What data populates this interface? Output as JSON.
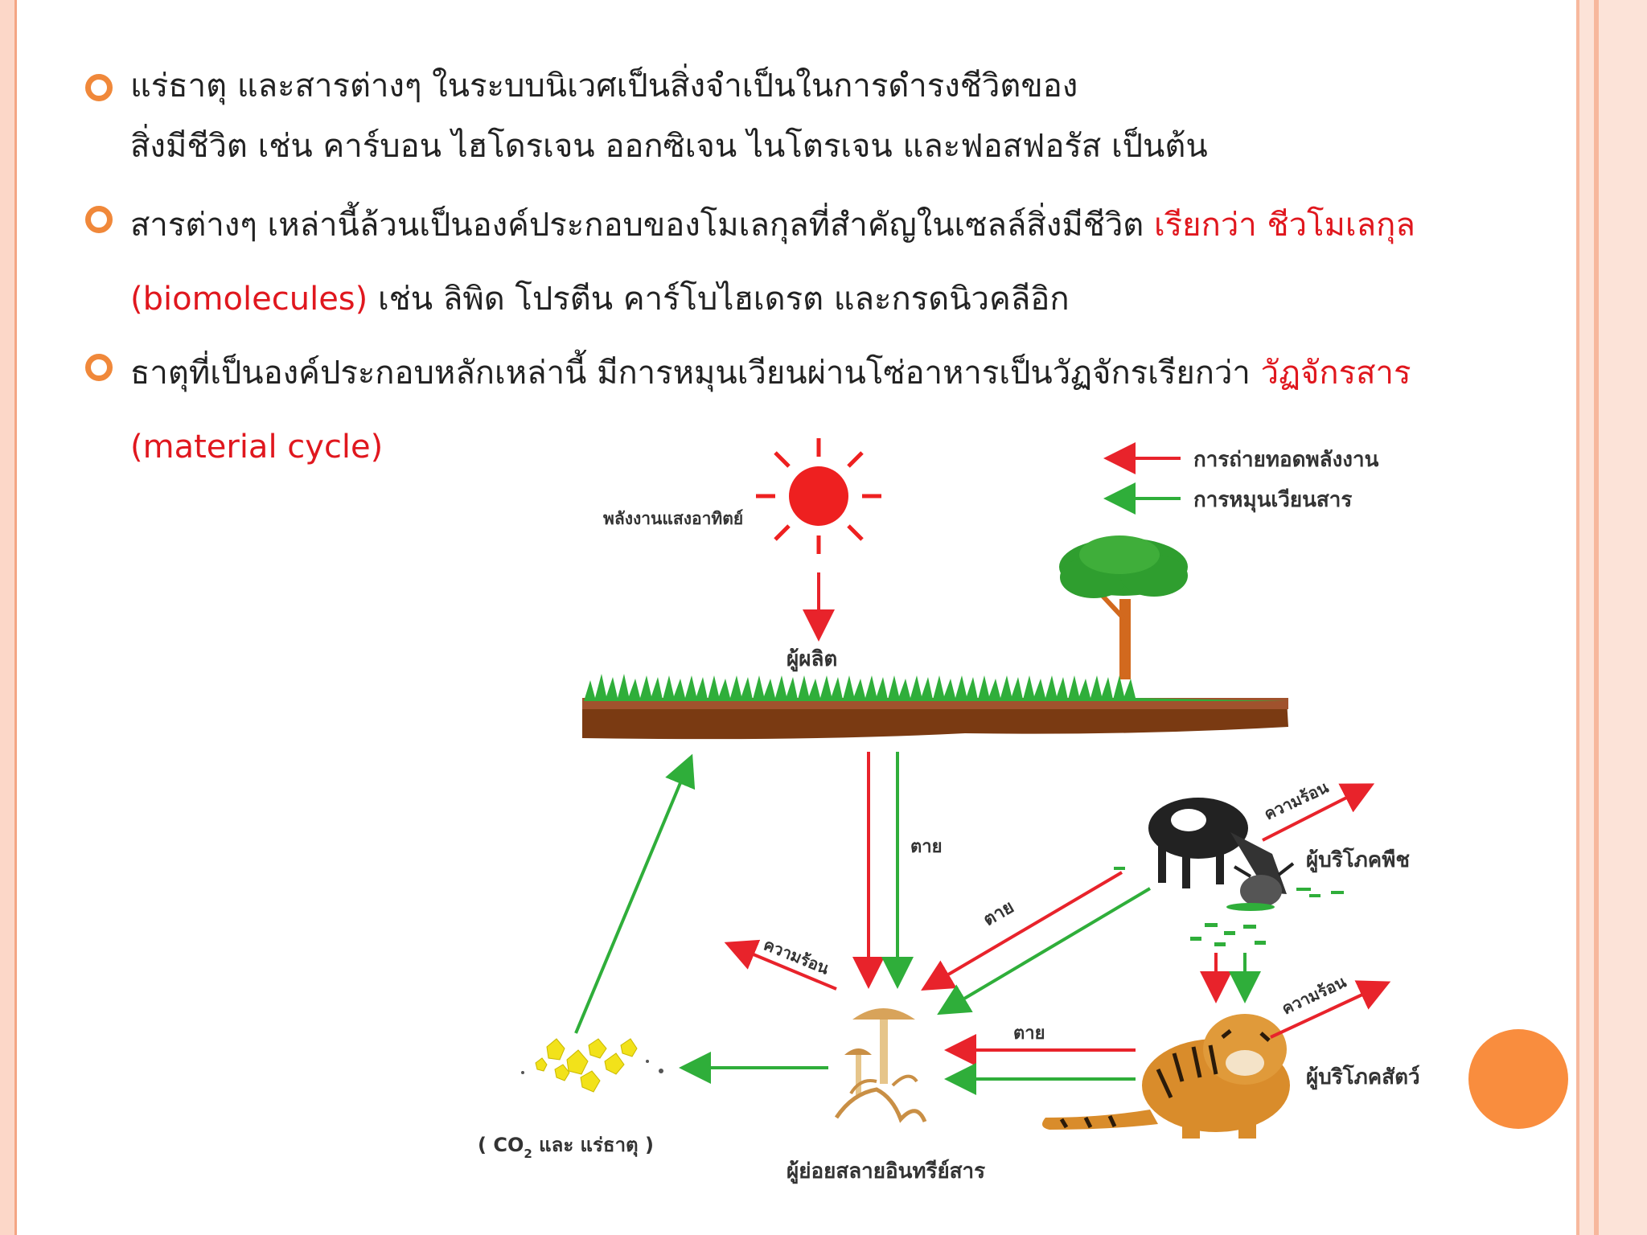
{
  "slide": {
    "bullets": [
      {
        "line1": "แร่ธาตุ และสารต่างๆ  ในระบบนิเวศเป็นสิ่งจำเป็นในการดำรงชีวิตของ",
        "line2": "สิ่งมีชีวิต  เช่น  คาร์บอน  ไฮโดรเจน  ออกซิเจน  ไนโตรเจน  และฟอสฟอรัส  เป็นต้น"
      },
      {
        "line1_black": "สารต่างๆ  เหล่านี้ล้วนเป็นองค์ประกอบของโมเลกุลที่สำคัญในเซลล์สิ่งมีชีวิต  ",
        "line1_red": "เรียกว่า  ชีวโมเลกุล",
        "line2_red": "(biomolecules)",
        "line2_black": "  เช่น ลิพิด  โปรตีน  คาร์โบไฮเดรต  และกรดนิวคลีอิก"
      },
      {
        "line1_black": " ธาตุที่เป็นองค์ประกอบหลักเหล่านี้ มีการหมุนเวียนผ่านโซ่อาหารเป็นวัฏจักรเรียกว่า  ",
        "line1_red": "วัฏจักรสาร",
        "line2_red": "(material  cycle)"
      }
    ]
  },
  "diagram": {
    "legend": {
      "energy_transfer": "การถ่ายทอดพลังงาน",
      "material_cycle": "การหมุนเวียนสาร"
    },
    "labels": {
      "sunlight": "พลังงานแสงอาทิตย์",
      "producer": "ผู้ผลิต",
      "dead_1": "ตาย",
      "dead_2": "ตาย",
      "dead_3": "ตาย",
      "heat_1": "ความร้อน",
      "heat_2": "ความร้อน",
      "heat_3": "ความร้อน",
      "herbivore": "ผู้บริโภคพืช",
      "carnivore": "ผู้บริโภคสัตว์",
      "decomposer": "ผู้ย่อยสลายอินทรีย์สาร",
      "nutrients_open": "( CO",
      "nutrients_sub": "2",
      "nutrients_rest": " และ แร่ธาตุ )"
    },
    "colors": {
      "energy_arrow": "#e8232b",
      "material_arrow": "#2fae3a",
      "sun": "#ee2020",
      "bullet": "#f0883a",
      "highlight_text": "#e0171e"
    }
  }
}
